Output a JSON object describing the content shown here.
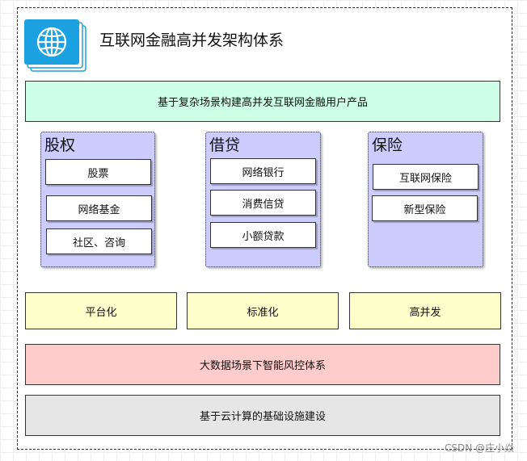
{
  "title": "互联网金融高并发架构体系",
  "banner": "基于复杂场景构建高并发互联网金融用户产品",
  "groups": [
    {
      "title": "股权",
      "items": [
        "股票",
        "网络基金",
        "社区、咨询"
      ]
    },
    {
      "title": "借贷",
      "items": [
        "网络银行",
        "消费信贷",
        "小额贷款"
      ]
    },
    {
      "title": "保险",
      "items": [
        "互联网保险",
        "新型保险"
      ]
    }
  ],
  "features": [
    "平台化",
    "标准化",
    "高并发"
  ],
  "risk_layer": "大数据场景下智能风控体系",
  "infra_layer": "基于云计算的基础设施建设",
  "watermark": "CSDN @庄小焱",
  "colors": {
    "banner": "#ccffe6",
    "group": "#ccccff",
    "feature": "#ffffcc",
    "risk": "#ffcccc",
    "infra": "#e6e6e6",
    "logo": "#1ba1e2"
  },
  "icon": "globe-icon"
}
